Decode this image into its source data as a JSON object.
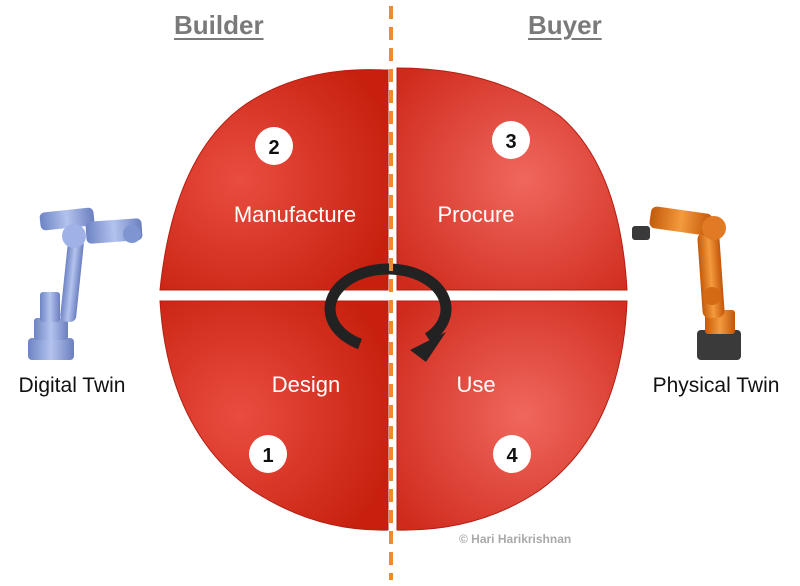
{
  "headers": {
    "left": "Builder",
    "right": "Buyer"
  },
  "quadrants": [
    {
      "number": "2",
      "label": "Manufacture"
    },
    {
      "number": "3",
      "label": "Procure"
    },
    {
      "number": "1",
      "label": "Design"
    },
    {
      "number": "4",
      "label": "Use"
    }
  ],
  "twins": {
    "left": "Digital Twin",
    "right": "Physical Twin"
  },
  "copyright": "© Hari Harikrishnan",
  "colors": {
    "quadrant_fill": "#e4453a",
    "divider": "#f08a2c",
    "heading": "#7a7a7a",
    "digital_twin": "#8ea4d8",
    "physical_twin": "#e8761e"
  }
}
